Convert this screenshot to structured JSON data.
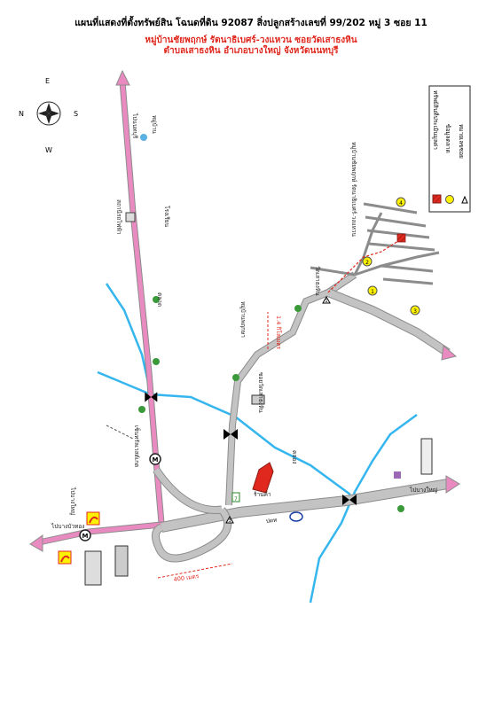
{
  "header": {
    "title": "แผนที่แสดงที่ตั้งทรัพย์สิน โฉนดที่ดิน 92087 สิ่งปลูกสร้างเลขที่ 99/202 หมู่ 3 ซอย 11",
    "subtitle_1": "หมู่บ้านชัยพฤกษ์ รัตนาธิเบศร์-วงแหวน ซอยวัดเสาธงหิน",
    "subtitle_2": "ตำบลเสาธงหิน อำเภอบางใหญ่ จังหวัดนนทบุรี"
  },
  "colors": {
    "road": "#c3c3c3",
    "road_edge": "#8c8c8c",
    "main_road": "#e98bc0",
    "river": "#35b6ee",
    "accent_red": "#e0281e",
    "marker_yellow": "#fff200"
  },
  "compass": {
    "north": "N",
    "south": "S",
    "east": "E",
    "west": "W"
  },
  "legend": {
    "items": [
      {
        "icon": "red-hatched-square-icon",
        "label": "ทรัพย์สินที่ประเมินมูลค่า"
      },
      {
        "icon": "yellow-circle-icon",
        "label": "ข้อมูลตลาด"
      },
      {
        "icon": "triangle-icon",
        "label": "หมายเลขซอย"
      }
    ]
  },
  "map_labels": {
    "to_nonthaburi": "ไปนนทบุรี",
    "to_bangbuathong": "ไปบางบัวทอง",
    "to_bangyai_left": "ไปบางใหญ่",
    "to_bangyai_right": "ไปบางใหญ่",
    "village_left": "หมู่บ้าน",
    "village_chaiyapruek": "หมู่บ้านชัยพฤกษ์ รัตนาธิเบศร์-วงแหวน",
    "village_brand": "หมู่บ้านพฤกษา",
    "school": "โรงเรียน",
    "temple": "วัดเสาธงหิน",
    "market": "ตลาด",
    "rail_station": "สถานีรถไฟฟ้า",
    "central": "เซ็นทรัลเวสต์เกต",
    "soi_wat": "ซอยวัดเสาธงหิน",
    "dist_1": "1.4 กิโลเมตร",
    "dist_2": "400 เมตร",
    "ptt": "ปตท",
    "canal": "คลอง",
    "shop": "ร้านค้า",
    "seven": "7"
  },
  "markers": {
    "yellow": [
      "1",
      "2",
      "3",
      "4"
    ],
    "triangles": [
      "1",
      "3"
    ]
  }
}
